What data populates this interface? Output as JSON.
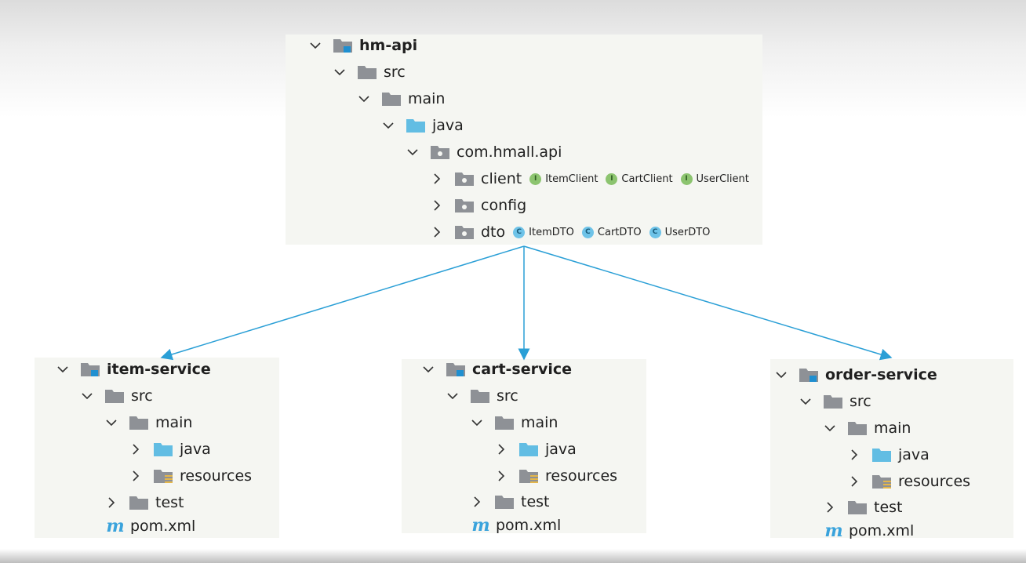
{
  "top_tree": {
    "root": "hm-api",
    "src": "src",
    "main": "main",
    "java": "java",
    "package": "com.hmall.api",
    "client": {
      "label": "client",
      "items": [
        {
          "kind": "I",
          "name": "ItemClient"
        },
        {
          "kind": "I",
          "name": "CartClient"
        },
        {
          "kind": "I",
          "name": "UserClient"
        }
      ]
    },
    "config": "config",
    "dto": {
      "label": "dto",
      "items": [
        {
          "kind": "C",
          "name": "ItemDTO"
        },
        {
          "kind": "C",
          "name": "CartDTO"
        },
        {
          "kind": "C",
          "name": "UserDTO"
        }
      ]
    }
  },
  "services": [
    {
      "root": "item-service",
      "src": "src",
      "main": "main",
      "java": "java",
      "resources": "resources",
      "test": "test",
      "pom": "pom.xml"
    },
    {
      "root": "cart-service",
      "src": "src",
      "main": "main",
      "java": "java",
      "resources": "resources",
      "test": "test",
      "pom": "pom.xml"
    },
    {
      "root": "order-service",
      "src": "src",
      "main": "main",
      "java": "java",
      "resources": "resources",
      "test": "test",
      "pom": "pom.xml"
    }
  ],
  "colors": {
    "arrow": "#2a9fd6",
    "folder_gray": "#8e9196",
    "folder_blue": "#62bde3",
    "module_marker": "#1f8fd0",
    "interface_badge": "#8cc46f",
    "class_badge": "#6ec3e8"
  }
}
